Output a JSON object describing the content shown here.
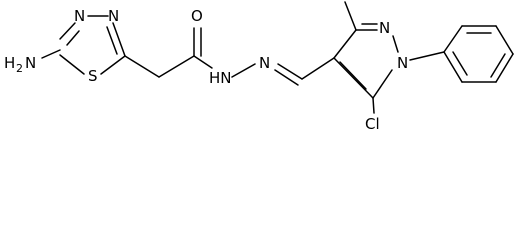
{
  "molecule": {
    "labels": {
      "n_ring_top": "N",
      "n_ring_left": "N",
      "nh2": "H",
      "nh2_sub": "2",
      "nh2_n": "N",
      "s": "S",
      "o": "O",
      "hn": "HN",
      "n_imine": "N",
      "n_pyrazole_1": "N",
      "n_pyrazole_2": "N",
      "cl": "Cl"
    },
    "colors": {
      "bond": "#000000",
      "text": "#000000",
      "background": "#ffffff"
    }
  }
}
